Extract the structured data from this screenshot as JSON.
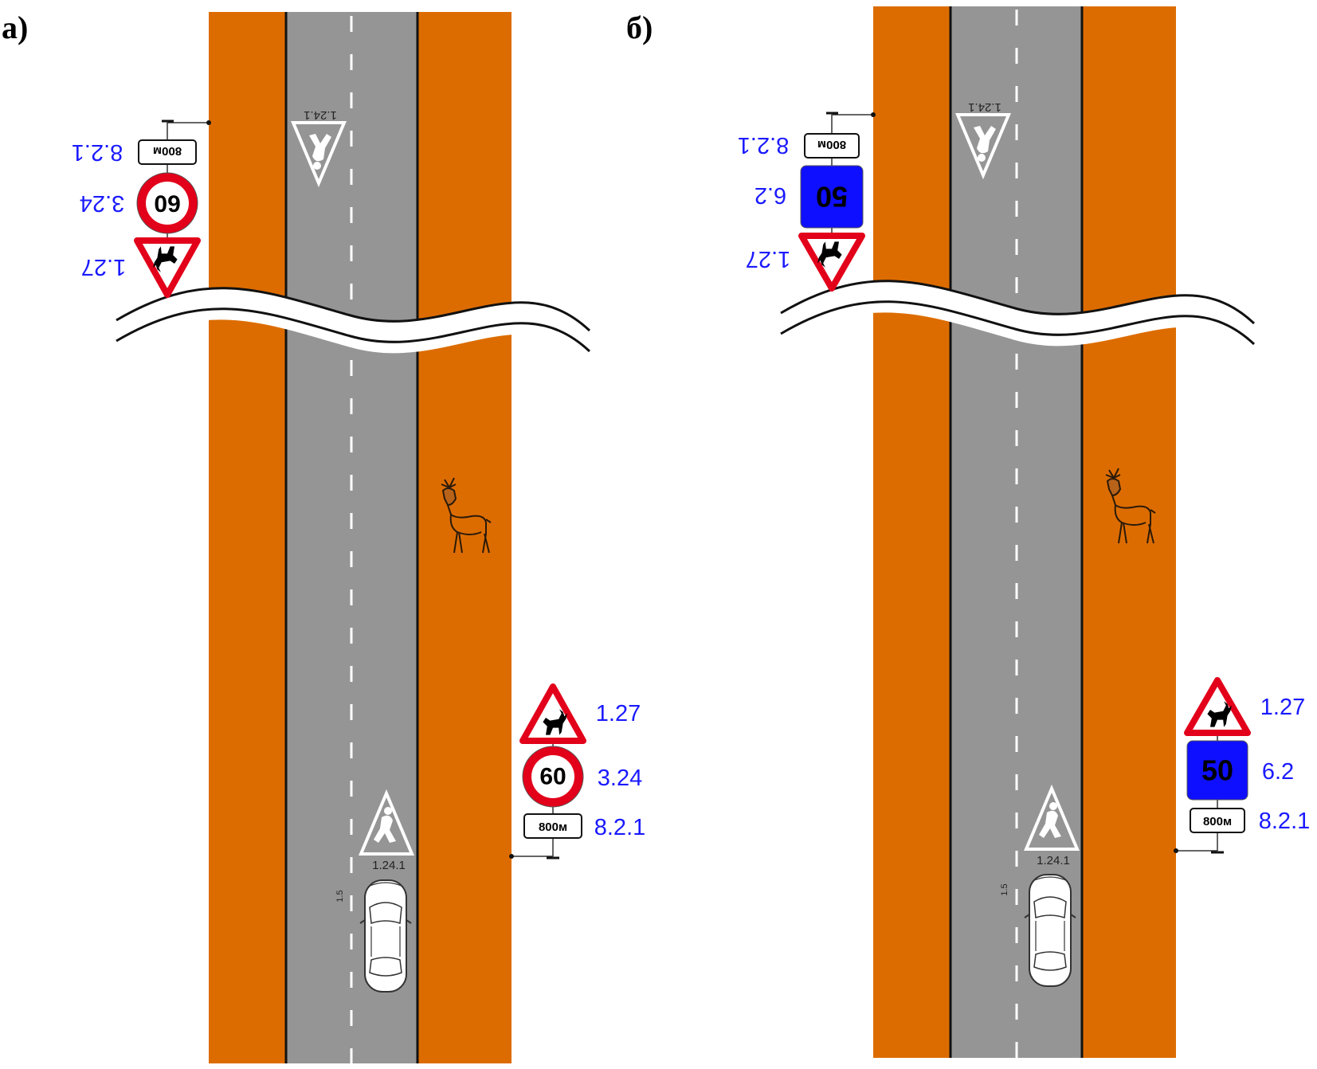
{
  "panels": [
    {
      "id": "a",
      "label": "а)",
      "signs_top": {
        "warning_code": "1.27",
        "limit_code": "3.24",
        "limit_value": "60",
        "plate_code": "8.2.1",
        "plate_text": "800м"
      },
      "signs_bottom": {
        "warning_code": "1.27",
        "limit_code": "3.24",
        "limit_value": "60",
        "plate_code": "8.2.1",
        "plate_text": "800м"
      },
      "marking_top": "1.24.1",
      "marking_bottom": "1.24.1",
      "lane_marking": "1.5"
    },
    {
      "id": "b",
      "label": "б)",
      "signs_top": {
        "warning_code": "1.27",
        "limit_code": "6.2",
        "limit_value": "50",
        "plate_code": "8.2.1",
        "plate_text": "800м"
      },
      "signs_bottom": {
        "warning_code": "1.27",
        "limit_code": "6.2",
        "limit_value": "50",
        "plate_code": "8.2.1",
        "plate_text": "800м"
      },
      "marking_top": "1.24.1",
      "marking_bottom": "1.24.1",
      "lane_marking": "1.5"
    }
  ],
  "colors": {
    "shoulder": "#dd6c00",
    "roadway": "#959595",
    "sign_red": "#e2001a",
    "sign_blue": "#0f0fff",
    "label_blue": "#1a1aff"
  },
  "icons": [
    "deer-icon",
    "car-icon",
    "deer-warning-sign-icon",
    "speed-limit-sign-icon",
    "recommended-speed-sign-icon",
    "distance-plate-icon"
  ]
}
